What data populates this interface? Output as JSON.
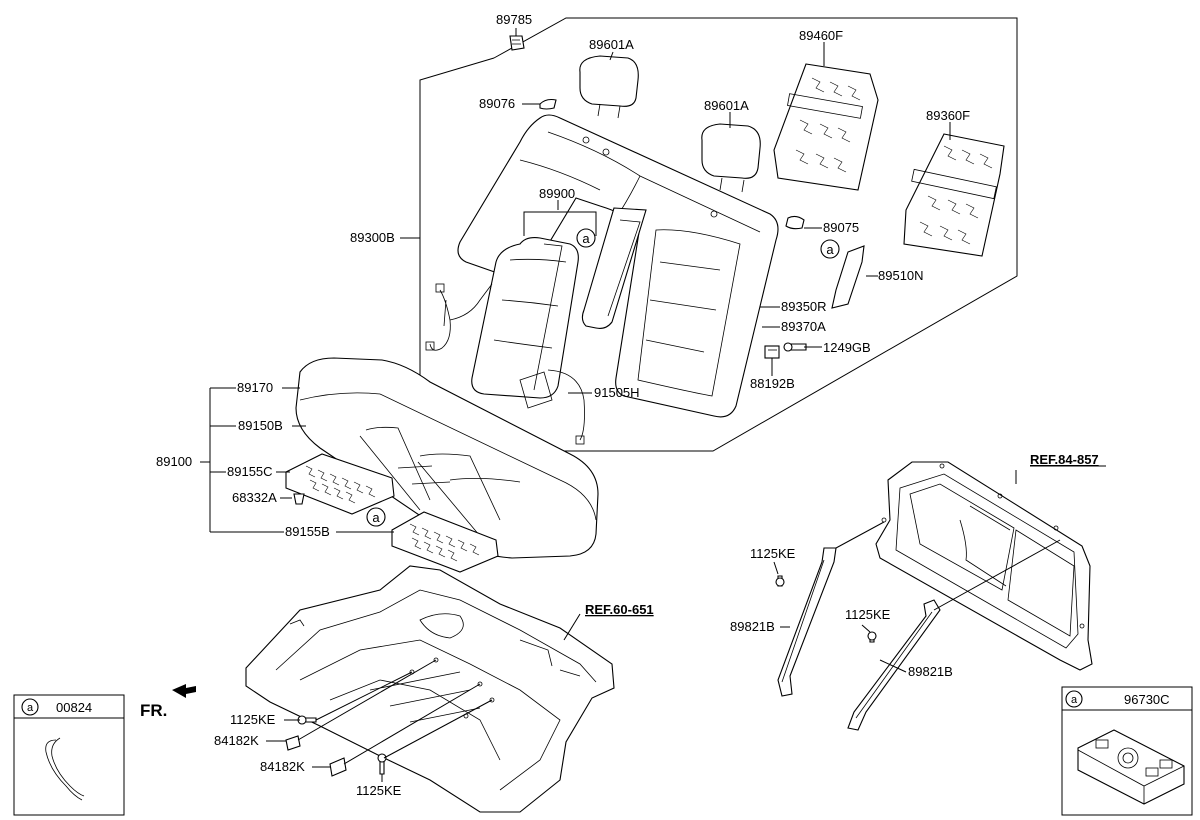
{
  "labels": {
    "p89785": "89785",
    "p89601A_1": "89601A",
    "p89601A_2": "89601A",
    "p89460F": "89460F",
    "p89360F": "89360F",
    "p89076": "89076",
    "p89900": "89900",
    "p89300B": "89300B",
    "p89075": "89075",
    "p89510N": "89510N",
    "p89350R": "89350R",
    "p89370A": "89370A",
    "p1249GB": "1249GB",
    "p88192B": "88192B",
    "p91505H": "91505H",
    "p89170": "89170",
    "p89150B": "89150B",
    "p89100": "89100",
    "p89155C": "89155C",
    "p68332A": "68332A",
    "p89155B": "89155B",
    "ref84": "REF.84-857",
    "ref60": "REF.60-651",
    "p1125KE_a": "1125KE",
    "p1125KE_b": "1125KE",
    "p1125KE_c": "1125KE",
    "p1125KE_d": "1125KE",
    "p89821B_1": "89821B",
    "p89821B_2": "89821B",
    "p84182K_1": "84182K",
    "p84182K_2": "84182K",
    "fr": "FR.",
    "circle_a": "a",
    "box_left_part": "00824",
    "box_right_part": "96730C"
  }
}
